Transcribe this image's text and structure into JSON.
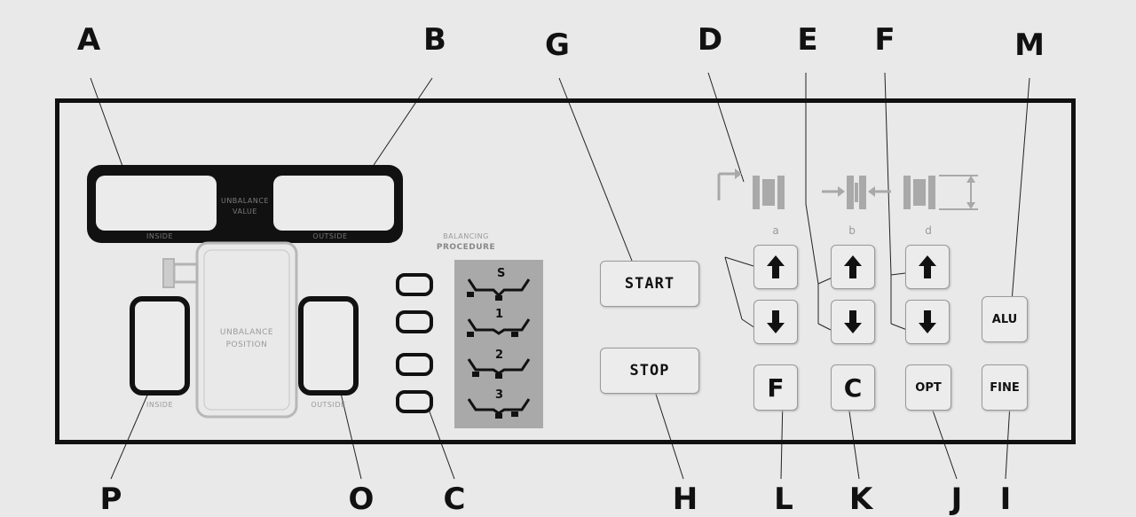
{
  "callouts": {
    "A": "A",
    "B": "B",
    "G": "G",
    "D": "D",
    "E": "E",
    "F": "F",
    "M": "M",
    "P": "P",
    "O": "O",
    "C": "C",
    "H": "H",
    "L": "L",
    "K": "K",
    "J": "J",
    "I": "I"
  },
  "display": {
    "unbalance_value": [
      "UNBALANCE",
      "VALUE"
    ],
    "inside": "INSIDE",
    "outside": "OUTSIDE",
    "unbalance_position": [
      "UNBALANCE",
      "POSITION"
    ],
    "inside_pos": "INSIDE",
    "outside_pos": "OUTSIDE"
  },
  "procedure": {
    "title": [
      "BALANCING",
      "PROCEDURE"
    ],
    "programs": [
      "S",
      "1",
      "2",
      "3"
    ]
  },
  "keys": {
    "start": "START",
    "stop": "STOP",
    "f": "F",
    "c": "C",
    "opt": "OPT",
    "fine": "FINE",
    "alu": "ALU"
  },
  "dimensions": {
    "a": "a",
    "b": "b",
    "d": "d"
  },
  "colors": {
    "frame": "#111111",
    "background": "#e9e9e9",
    "faint_gray": "#a9a9a9"
  }
}
